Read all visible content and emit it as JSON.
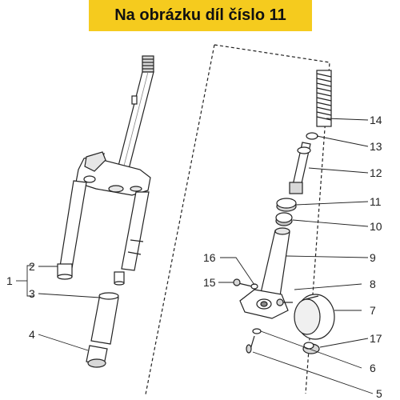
{
  "banner": {
    "text": "Na obrázku díl číslo 11",
    "color": "#f5cb1e"
  },
  "callouts": {
    "c1": "1",
    "c2": "2",
    "c3": "3",
    "c4": "4",
    "c5": "5",
    "c6": "6",
    "c7": "7",
    "c8": "8",
    "c9": "9",
    "c10": "10",
    "c11": "11",
    "c12": "12",
    "c13": "13",
    "c14": "14",
    "c15": "15",
    "c16": "16",
    "c17": "17"
  },
  "colors": {
    "line": "#222222",
    "part_fill": "#ffffff",
    "shade": "#c8c8c8"
  }
}
